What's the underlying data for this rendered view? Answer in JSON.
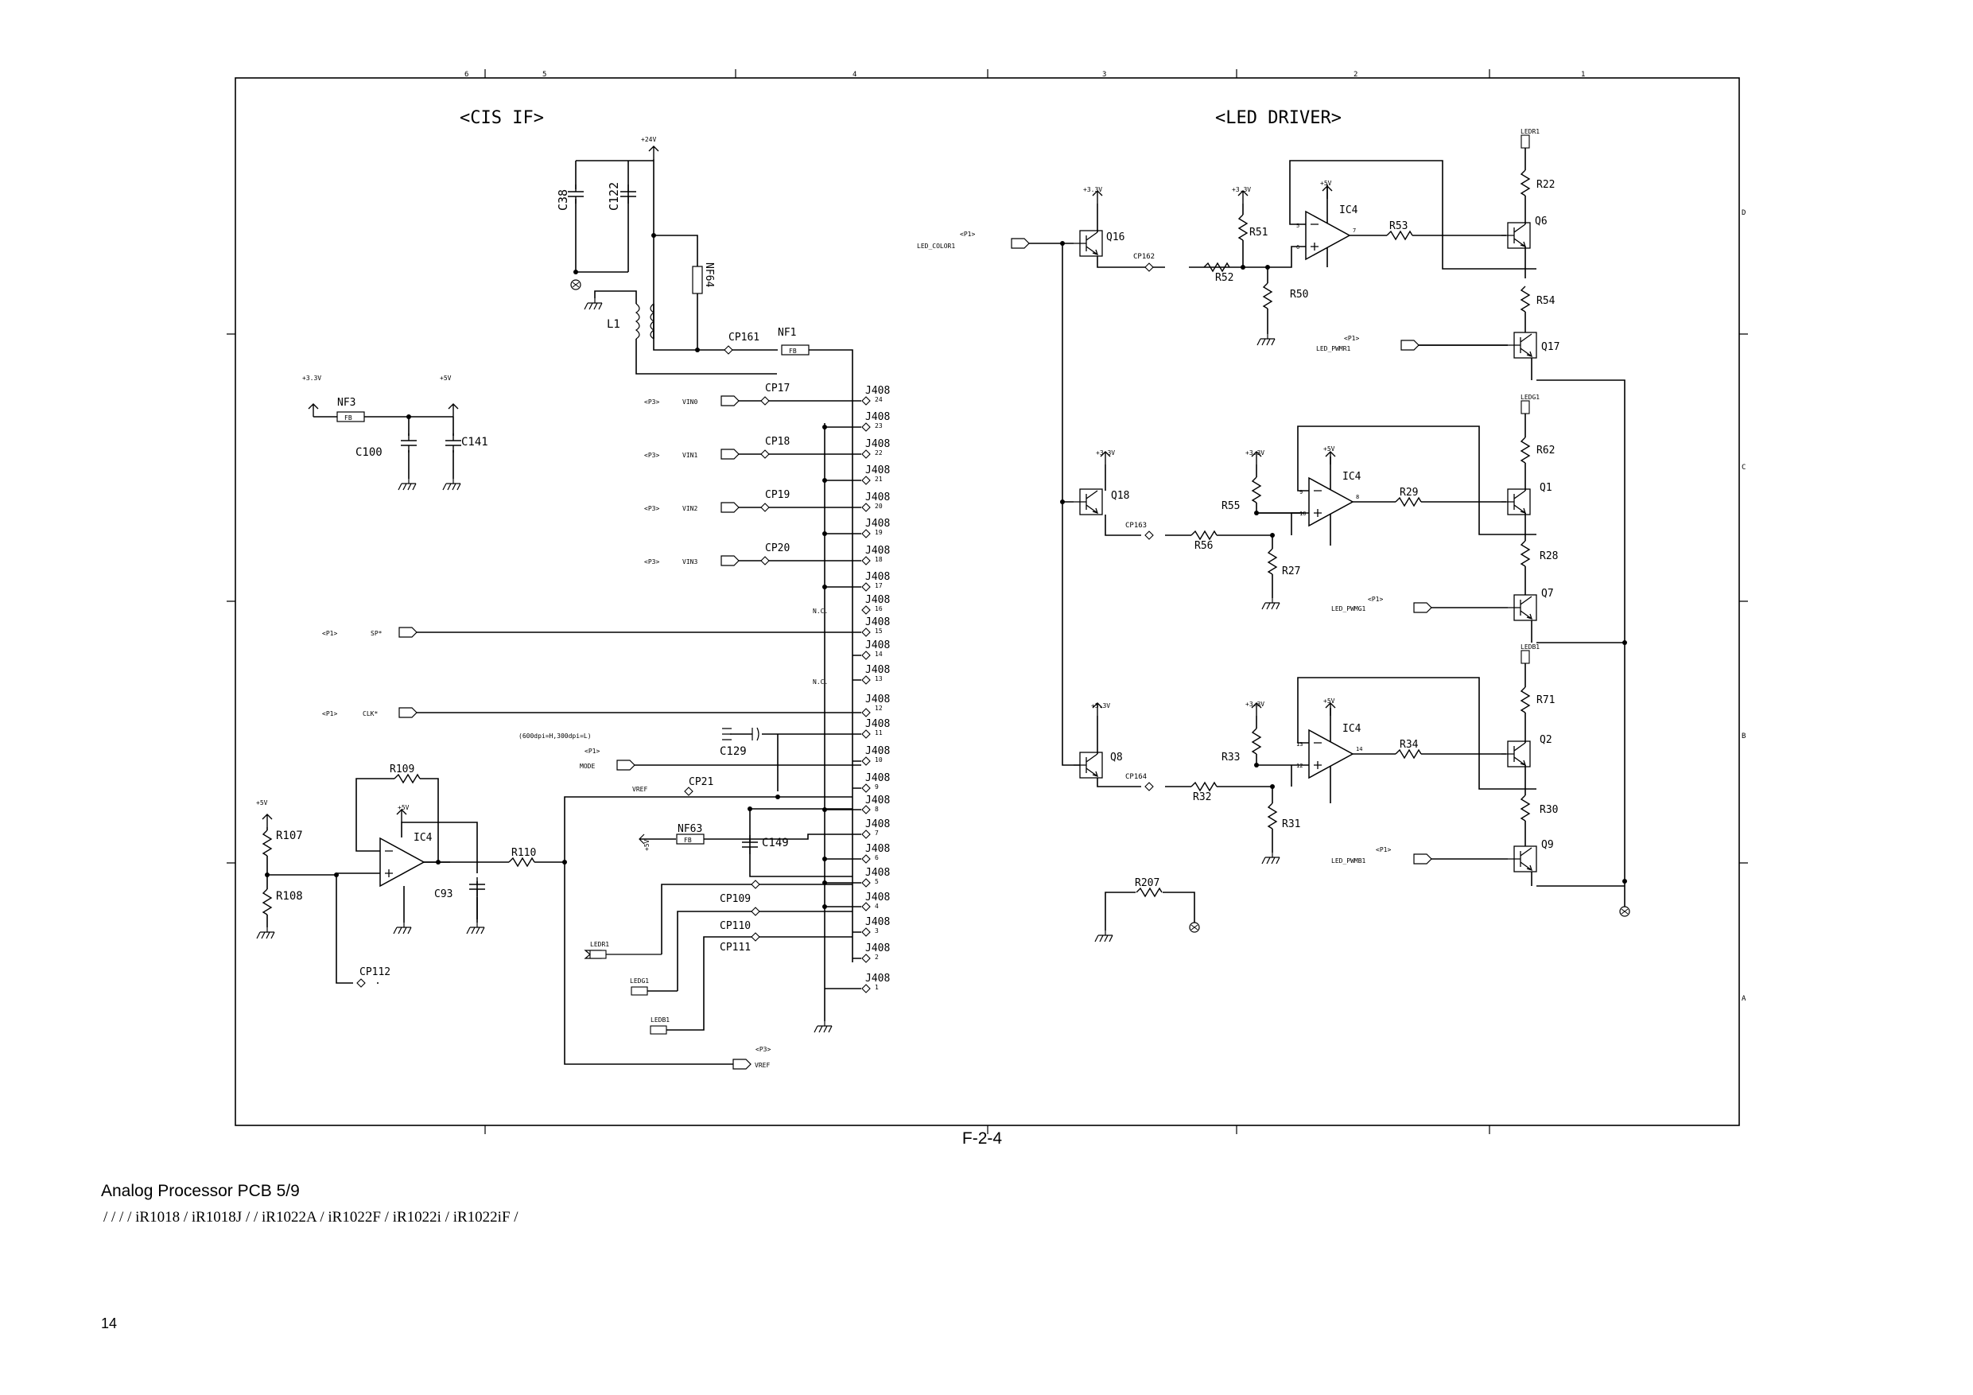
{
  "figure": {
    "caption": "F-2-4",
    "section_cis": "<CIS IF>",
    "section_led": "<LED DRIVER>",
    "border_cols": [
      "6",
      "5",
      "4",
      "3",
      "2",
      "1"
    ],
    "border_rows": [
      "D",
      "C",
      "B",
      "A"
    ]
  },
  "footer": {
    "title": "Analog Processor PCB 5/9",
    "models": "/ / / / iR1018 / iR1018J / / iR1022A / iR1022F / iR1022i / iR1022iF /",
    "page_number": "14"
  },
  "cis": {
    "power": {
      "p24v": "+24V",
      "p33v": "+3.3V",
      "p5v": "+5V",
      "vref": "VREF"
    },
    "components": {
      "c38": "C38",
      "c122": "C122",
      "nf64": "NF64",
      "l1": "L1",
      "cp161": "CP161",
      "nf1": "NF1",
      "nf3": "NF3",
      "c100": "C100",
      "c141": "C141",
      "c129": "C129",
      "cp21": "CP21",
      "nf63": "NF63",
      "c149": "C149",
      "cp109": "CP109",
      "cp110": "CP110",
      "cp111": "CP111",
      "cp112": "CP112",
      "r107": "R107",
      "r108": "R108",
      "r109": "R109",
      "r110": "R110",
      "ic4": "IC4",
      "c93": "C93",
      "fb": "FB",
      "nc": "N.C."
    },
    "signals": [
      {
        "sheet": "<P3>",
        "net": "VIN0",
        "cp": "CP17"
      },
      {
        "sheet": "<P3>",
        "net": "VIN1",
        "cp": "CP18"
      },
      {
        "sheet": "<P3>",
        "net": "VIN2",
        "cp": "CP19"
      },
      {
        "sheet": "<P3>",
        "net": "VIN3",
        "cp": "CP20"
      }
    ],
    "sp": {
      "sheet": "<P1>",
      "net": "SP*"
    },
    "clk": {
      "sheet": "<P1>",
      "net": "CLK*"
    },
    "mode": {
      "note": "(600dpi=H,300dpi=L)",
      "sheet": "<P1>",
      "net": "MODE"
    },
    "vref_out": {
      "sheet": "<P3>",
      "net": "VREF"
    },
    "leds": [
      "LEDR1",
      "LEDG1",
      "LEDB1"
    ],
    "connector": "J408",
    "pins": [
      "24",
      "23",
      "22",
      "21",
      "20",
      "19",
      "18",
      "17",
      "16",
      "15",
      "14",
      "13",
      "12",
      "11",
      "10",
      "9",
      "8",
      "7",
      "6",
      "5",
      "4",
      "3",
      "2",
      "1"
    ]
  },
  "led": {
    "input": {
      "sheet": "<P1>",
      "net": "LED_COLOR1"
    },
    "channels": [
      {
        "anode": "LEDR1",
        "r_top": "R22",
        "q_drv": "Q6",
        "r_em": "R54",
        "q_sw": "Q17",
        "pwm_sheet": "<P1>",
        "pwm": "LED_PWMR1",
        "ic": "IC4",
        "r_fb": "R53",
        "r_a": "R51",
        "r_b": "R52",
        "r_c": "R50",
        "q_in": "Q16",
        "cp": "CP162",
        "vcc": "+3.3V",
        "pins": [
          "5",
          "6",
          "7"
        ]
      },
      {
        "anode": "LEDG1",
        "r_top": "R62",
        "q_drv": "Q1",
        "r_em": "R28",
        "q_sw": "Q7",
        "pwm_sheet": "<P1>",
        "pwm": "LED_PWMG1",
        "ic": "IC4",
        "r_fb": "R29",
        "r_a": "R55",
        "r_b": "R56",
        "r_c": "R27",
        "q_in": "Q18",
        "cp": "CP163",
        "vcc": "+3.3V",
        "pins": [
          "9",
          "10",
          "8"
        ]
      },
      {
        "anode": "LEDB1",
        "r_top": "R71",
        "q_drv": "Q2",
        "r_em": "R30",
        "q_sw": "Q9",
        "pwm_sheet": "<P1>",
        "pwm": "LED_PWMB1",
        "ic": "IC4",
        "r_fb": "R34",
        "r_a": "R33",
        "r_b": "R32",
        "r_c": "R31",
        "q_in": "Q8",
        "cp": "CP164",
        "vcc": "+3.3V",
        "pins": [
          "13",
          "12",
          "14"
        ]
      }
    ],
    "r207": "R207",
    "p5v": "+5V"
  }
}
